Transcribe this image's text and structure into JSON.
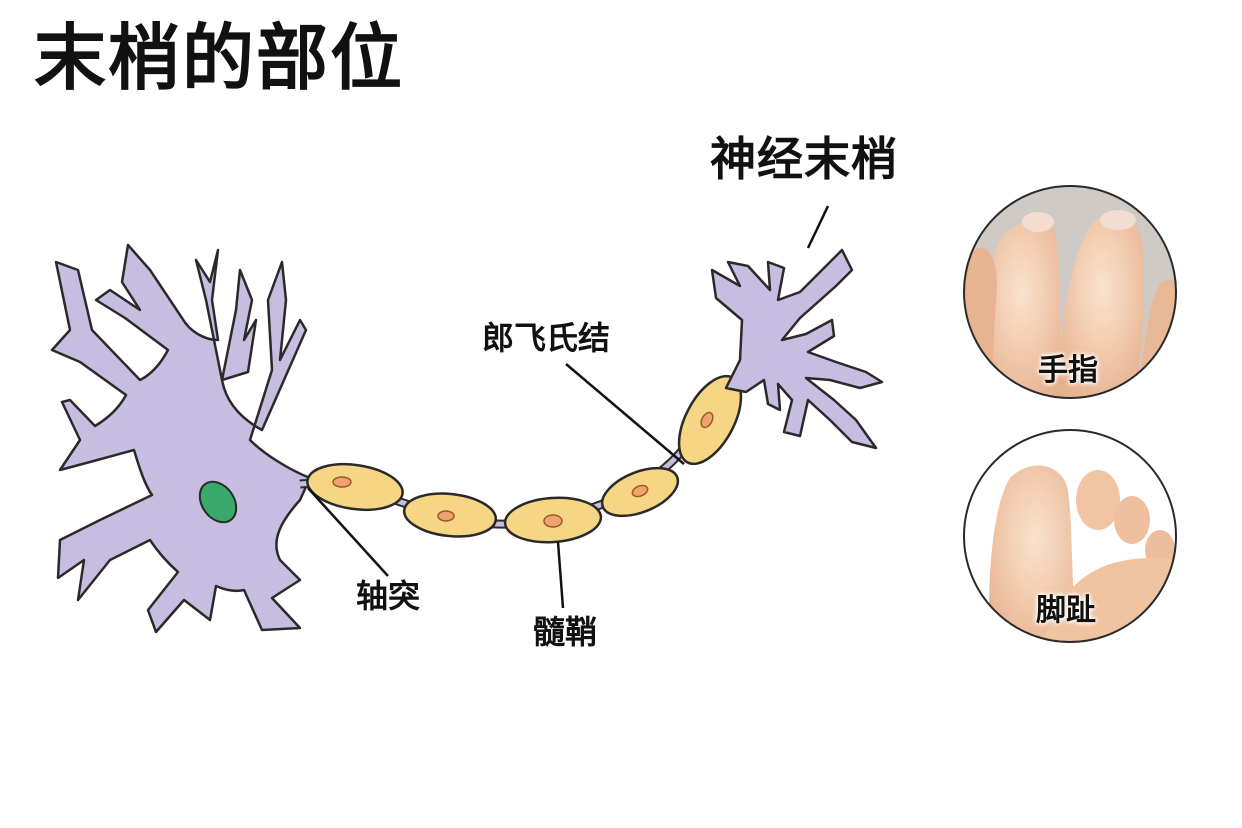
{
  "title": "末梢的部位",
  "labels": {
    "nerve_ending": "神经末梢",
    "node_of_ranvier": "郎飞氏结",
    "axon": "轴突",
    "myelin_sheath": "髓鞘",
    "finger": "手指",
    "toe": "脚趾"
  },
  "colors": {
    "neuron_body": "#c6bde0",
    "outline": "#2a2a2a",
    "nucleus": "#3aa86a",
    "myelin": "#f6d585",
    "myelin_core": "#f0a36c",
    "skin": "#f4c9a8"
  }
}
